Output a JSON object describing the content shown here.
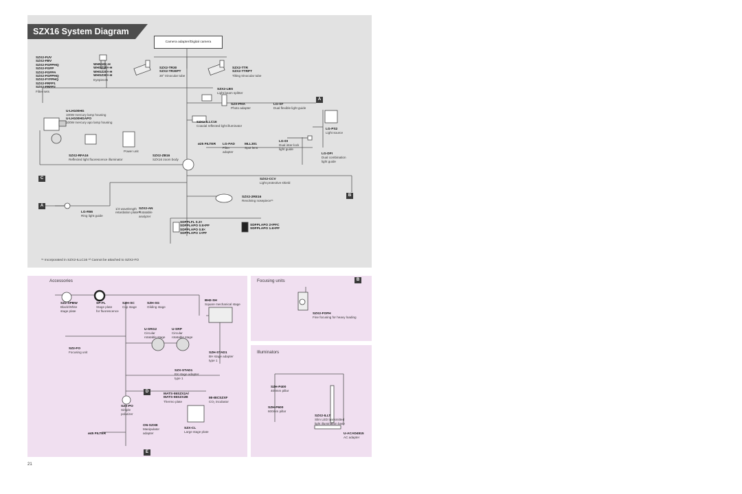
{
  "title": "SZX16  System Diagram",
  "page_number": "21",
  "camera_box": "Camera adapter/Digital camera",
  "sections": {
    "accessories": "Accessories",
    "focusing": "Focusing units",
    "illuminators": "Illuminators"
  },
  "badges": {
    "a1": "A",
    "a2": "A",
    "b1": "B",
    "b2": "B",
    "c": "C",
    "d": "D",
    "e": "E"
  },
  "filters": {
    "codes": [
      "SZX2-FUV",
      "SZX2-FBV",
      "SZX2-FGFPHQ",
      "SZX2-FGFP",
      "SZX2-FGFPA",
      "SZX2-FGFPHQ",
      "SZX2-FYFPHQ",
      "SZX2-FRFP1",
      "SZX2-FRFP2"
    ],
    "desc": "Filter sets"
  },
  "eyepieces": {
    "codes": [
      "WHN10×-H",
      "WHSZ15×-H",
      "WHSZ20×-H",
      "WHSZ30×-H"
    ],
    "desc": "Eyepieces"
  },
  "trinocular": {
    "codes": [
      "SZX2-TR30",
      "SZX2-TR30PT"
    ],
    "desc": "30° trinocular tube"
  },
  "tilting": {
    "codes": [
      "SZX2-TTR",
      "SZX2-TTRPT"
    ],
    "desc": "Tilting trinocular tube"
  },
  "lbs": {
    "code": "SZX2-LBS",
    "desc": "Light beam splitter"
  },
  "pha": {
    "code": "SZX-PHA",
    "desc": "Photo adapter"
  },
  "lgsf": {
    "code": "LG-SF",
    "desc": "Dual flexible light guide"
  },
  "lamp": {
    "code": "U-LH100HG",
    "desc": "100W mercury lamp housing"
  },
  "lamp_apo": {
    "code": "U-LH100HGAPO",
    "desc": "100W mercury apo lamp housing"
  },
  "power": {
    "desc": "Power unit"
  },
  "illc": {
    "code": "SZX2-ILLC16",
    "desc": "Coaxial reflected light illuminator"
  },
  "lgps2": {
    "code": "LG-PS2",
    "desc": "Light source"
  },
  "filter25": {
    "code": "ø25 FILTER"
  },
  "lgfad": {
    "code": "LG-FAD",
    "desc": "Filter\nadapter"
  },
  "sl": {
    "code": "MLL301",
    "desc": "Spot lens"
  },
  "lgdi": {
    "code": "LG-DI",
    "desc": "Dual inter-lock\nlight guide"
  },
  "lgdfi": {
    "code": "LG-DFI",
    "desc": "Dual combination\nlight guide"
  },
  "rfa": {
    "code": "SZX2-RFA16",
    "desc": "Reflected light fluorescence illuminator"
  },
  "zb": {
    "code": "SZX2-ZB16",
    "desc": "SZX16 zoom body"
  },
  "ccv": {
    "code": "SZX2-CCV",
    "desc": "Light protective shield"
  },
  "rev": {
    "code": "SZX2-2RE16",
    "desc": "Revolving nosepiece*¹"
  },
  "lgr66": {
    "code": "LG-R66",
    "desc": "Ring light guide"
  },
  "wave": {
    "desc": "1/4 wavelength\nretardation plate*²"
  },
  "an": {
    "code": "SZX2-AN",
    "desc": "Rotatable\nanalyzer"
  },
  "objectives_left": [
    "SDFPLFL 0.3×",
    "SDFPLAPO 0.5×PF",
    "SDFPLAPO 0.8×",
    "SDFPLAPO 1×PF"
  ],
  "objectives_right": [
    "SDFPLAPO 2×PFC",
    "SDFPLAPO 1.6×PF"
  ],
  "footnote": "*¹ Incorporated in SZX2-ILLC16  *² Cannot be attached to SZX2-FO",
  "acc": {
    "spbw": {
      "code": "SZ2-SPBW",
      "desc": "Black/White\nstage plate"
    },
    "spfl": {
      "code": "SP-FL",
      "desc": "Stage plate\nfor fluorescence"
    },
    "szhsc": {
      "code": "SZH-SC",
      "desc": "Cup stage"
    },
    "szhsg": {
      "code": "SZH-SG",
      "desc": "Gliding stage"
    },
    "bh2sh": {
      "code": "BH2-SH",
      "desc": "Square mechanical stage"
    },
    "srg2": {
      "code": "U-SRG2",
      "desc": "Circular\nrotatable stage"
    },
    "srp": {
      "code": "U-SRP",
      "desc": "Circular\nrotatable stage"
    },
    "fo2": {
      "code": "SZ2-FO",
      "desc": "Focusing unit"
    },
    "stad1h": {
      "code": "SZH-STAD1",
      "desc": "BH stage adapter\ntype 1"
    },
    "stad1": {
      "code": "SZX-STAD1",
      "desc": "BX stage adapter\ntype 1"
    },
    "mats": {
      "code": "MATS-55SZX2A/\nMATS-55SZX2B",
      "desc": "Thermo plate"
    },
    "mi": {
      "code": "MI-IBCSZXF",
      "desc": "CO₂ incubator"
    },
    "szxpo": {
      "code": "SZX-PO",
      "desc": "Simple\npolarizer"
    },
    "filter45": {
      "code": "ø45 FILTER"
    },
    "onszxb": {
      "code": "ON-SZXB",
      "desc": "Manipulator\nadapter"
    },
    "szxcl": {
      "code": "SZX-CL",
      "desc": "Large stage plate"
    }
  },
  "focus": {
    "code": "SZX2-FOFH",
    "desc": "Fine focusing for heavy loading"
  },
  "illum": {
    "p400": {
      "code": "SZH-P400",
      "desc": "400mm pillar"
    },
    "p600": {
      "code": "SZH-P600",
      "desc": "600mm pillar"
    },
    "illt": {
      "code": "SZX2-ILLT",
      "desc": "Slim LED transmitted\nlight illumination base"
    },
    "ac": {
      "code": "U-ACAD4515",
      "desc": "AC adapter"
    }
  }
}
